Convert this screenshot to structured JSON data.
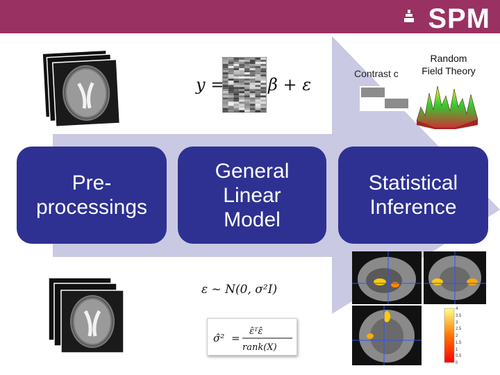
{
  "logo": {
    "text": "SPM"
  },
  "boxes": {
    "preprocessing": "Pre-\nprocessings",
    "glm": "General\nLinear\nModel",
    "inference": "Statistical\nInference"
  },
  "labels": {
    "contrast": "Contrast c",
    "rft": "Random\nField Theory"
  },
  "colors": {
    "header": "#993163",
    "box": "#2e3192",
    "arrow": "#c9c9e3"
  },
  "colorbar_ticks": [
    "4",
    "3.5",
    "3",
    "2.5",
    "2",
    "1.5",
    "1",
    "0.5",
    "0"
  ]
}
